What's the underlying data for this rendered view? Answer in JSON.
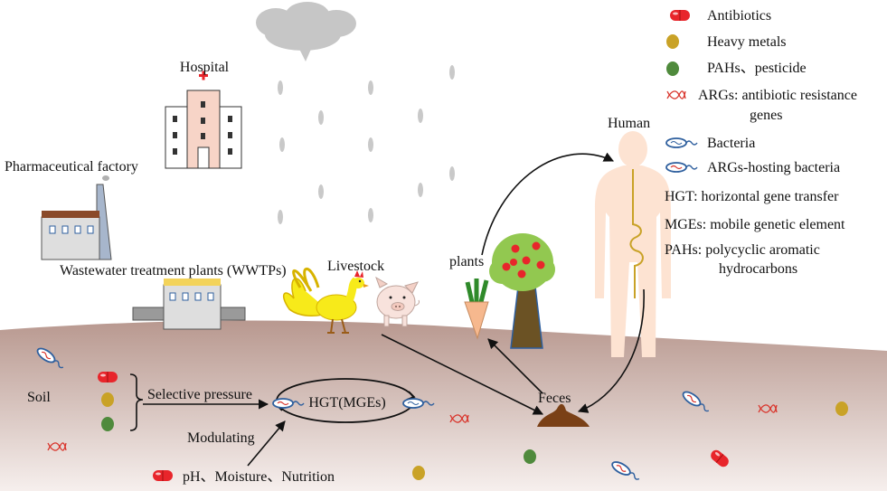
{
  "labels": {
    "hospital": "Hospital",
    "pharma": "Pharmaceutical factory",
    "wwtp": "Wastewater treatment plants (WWTPs)",
    "livestock": "Livestock",
    "plants": "plants",
    "human": "Human",
    "soil": "Soil",
    "selective": "Selective pressure",
    "hgt": "HGT(MGEs)",
    "modulating": "Modulating",
    "ph": "pH、Moisture、Nutrition",
    "feces": "Feces"
  },
  "legend": [
    {
      "icon": "antibiotic-pill-icon",
      "line1": "Antibiotics",
      "line2": ""
    },
    {
      "icon": "heavy-metal-icon",
      "line1": "Heavy metals",
      "line2": ""
    },
    {
      "icon": "pah-pesticide-icon",
      "line1": "PAHs、pesticide",
      "line2": ""
    },
    {
      "icon": "arg-helix-icon",
      "line1": "ARGs: antibiotic resistance",
      "line2": "genes"
    },
    {
      "icon": "bacteria-icon",
      "line1": "Bacteria",
      "line2": ""
    },
    {
      "icon": "arg-hosting-bacteria-icon",
      "line1": "ARGs-hosting bacteria",
      "line2": ""
    },
    {
      "icon": "",
      "line1": "HGT: horizontal gene transfer",
      "line2": ""
    },
    {
      "icon": "",
      "line1": "MGEs: mobile genetic element",
      "line2": ""
    },
    {
      "icon": "",
      "line1": "PAHs: polycyclic aromatic",
      "line2": "hydrocarbons"
    }
  ],
  "colors": {
    "antibiotic": "#e8252b",
    "metal": "#c9a227",
    "pah": "#4f8a3c",
    "arg": "#d9342b",
    "bacteria": "#2e5f9e",
    "soil_top": "#b89a92",
    "soil_bottom": "#f4ecea",
    "cloud": "#c6c6c6"
  }
}
